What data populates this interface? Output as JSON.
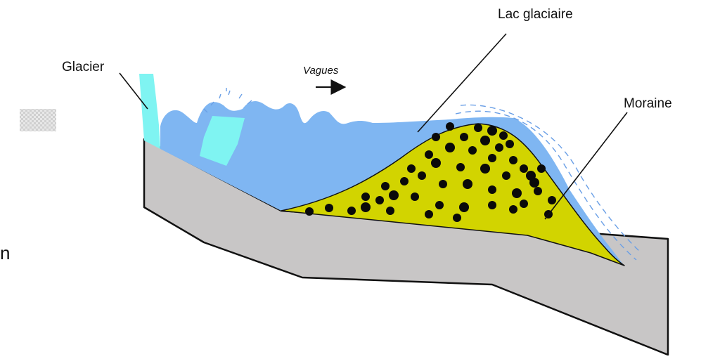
{
  "labels": {
    "glacier": "Glacier",
    "lake": "Lac glaciaire",
    "waves": "Vagues",
    "moraine": "Moraine"
  },
  "edge_text": "n",
  "colors": {
    "bedrock": "#c8c6c6",
    "lake_water": "#7fb6f2",
    "ice": "#7ff4f2",
    "moraine_fill": "#d2d400",
    "boulder": "#0a0a0a",
    "outline": "#111111",
    "splash": "#6a9fe6"
  },
  "icons": {
    "wave_direction": "right-arrow-icon",
    "thumbnail": "checkerboard-thumbnail-icon"
  }
}
